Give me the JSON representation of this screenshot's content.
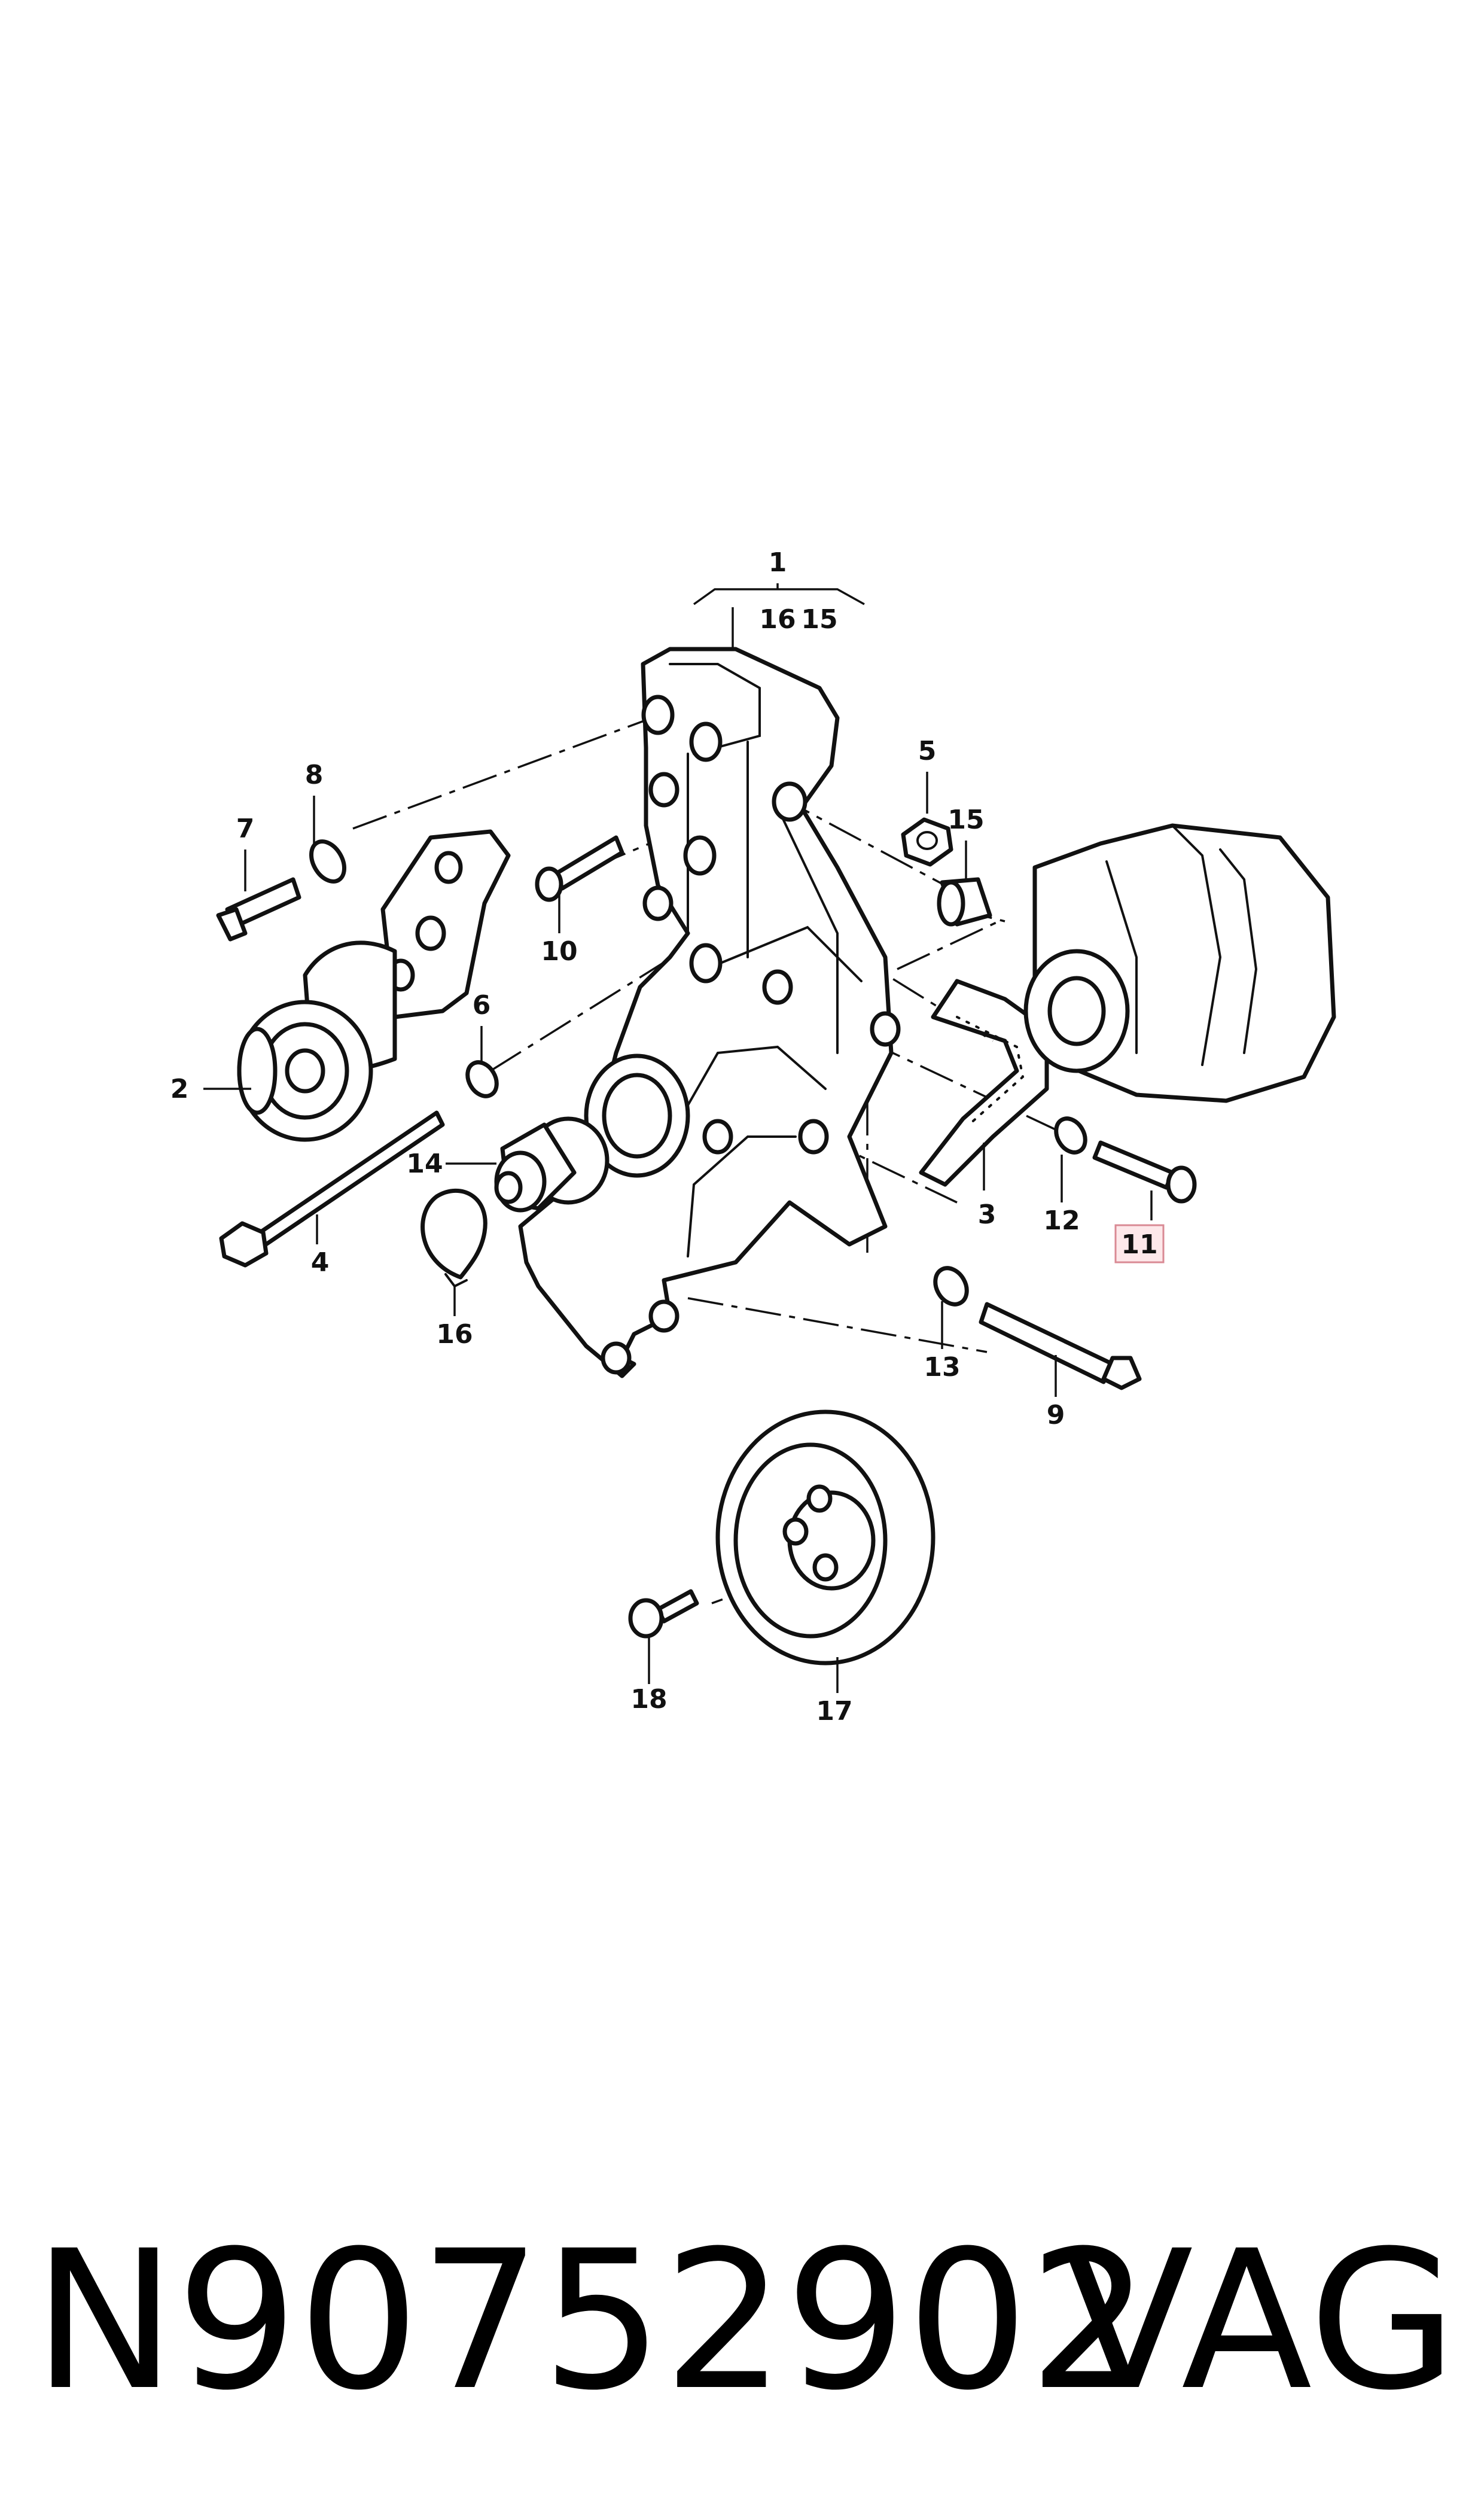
{
  "callouts": {
    "c1": "1",
    "c16top": "16",
    "c15top": "15",
    "c2": "2",
    "c3": "3",
    "c4": "4",
    "c5": "5",
    "c6": "6",
    "c7": "7",
    "c8": "8",
    "c9": "9",
    "c10": "10",
    "c11": "11",
    "c12": "12",
    "c13": "13",
    "c14": "14",
    "c15": "15",
    "c16": "16",
    "c17": "17",
    "c18": "18"
  },
  "highlighted_callout": "11",
  "footer": {
    "part_number": "N90752902",
    "brand": "VAG"
  },
  "colors": {
    "line": "#111111",
    "highlight_fill": "#fde8ea",
    "highlight_border": "#d98a94"
  }
}
